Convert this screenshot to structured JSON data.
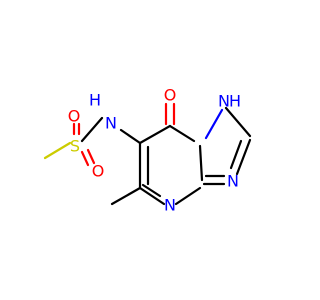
{
  "molecule": {
    "atoms": {
      "o_sulfonyl_top": "O",
      "o_sulfonyl_bottom": "O",
      "s_sulfonyl": "S",
      "n_amide": "N",
      "h_amide": "H",
      "o_carbonyl": "O",
      "n_ring_top": "N",
      "h_ring_top": "H",
      "n_ring_bottom": "N",
      "n_ring_right": "N"
    },
    "colors": {
      "carbon_bond": "#000000",
      "nitrogen": "#0000ff",
      "oxygen": "#ff0000",
      "sulfur": "#cccc00"
    }
  }
}
